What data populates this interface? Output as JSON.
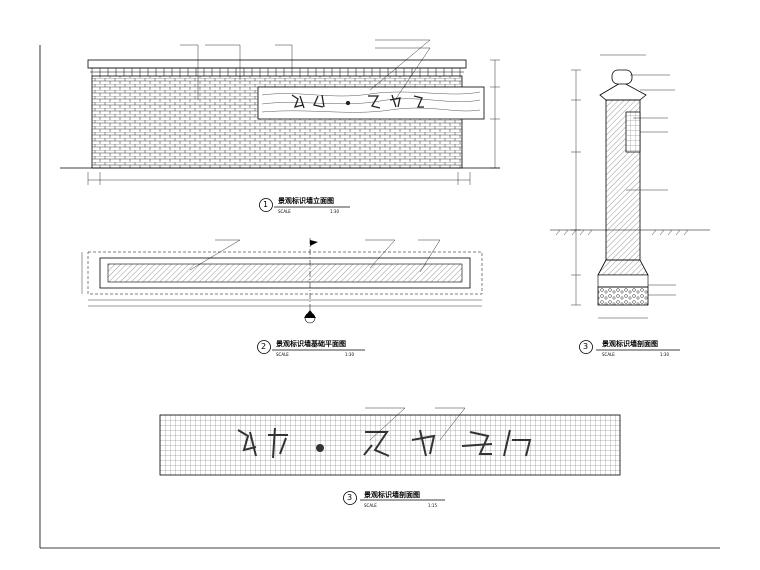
{
  "drawing": {
    "title": "Landscape signage wall construction drawing"
  },
  "views": [
    {
      "number": "1",
      "title": "景观标识墙立面图",
      "scale_label": "SCALE",
      "scale": "1:30"
    },
    {
      "number": "2",
      "title": "景观标识墙基础平面图",
      "scale_label": "SCALE",
      "scale": "1:30"
    },
    {
      "number": "3",
      "title": "景观标识墙剖面图",
      "scale_label": "SCALE",
      "scale": "1:30"
    },
    {
      "number": "3",
      "title": "景观标识墙剖面图",
      "scale_label": "SCALE",
      "scale": "1:15"
    }
  ],
  "colors": {
    "line": "#000000",
    "hatch": "#444444",
    "paper": "#ffffff"
  }
}
